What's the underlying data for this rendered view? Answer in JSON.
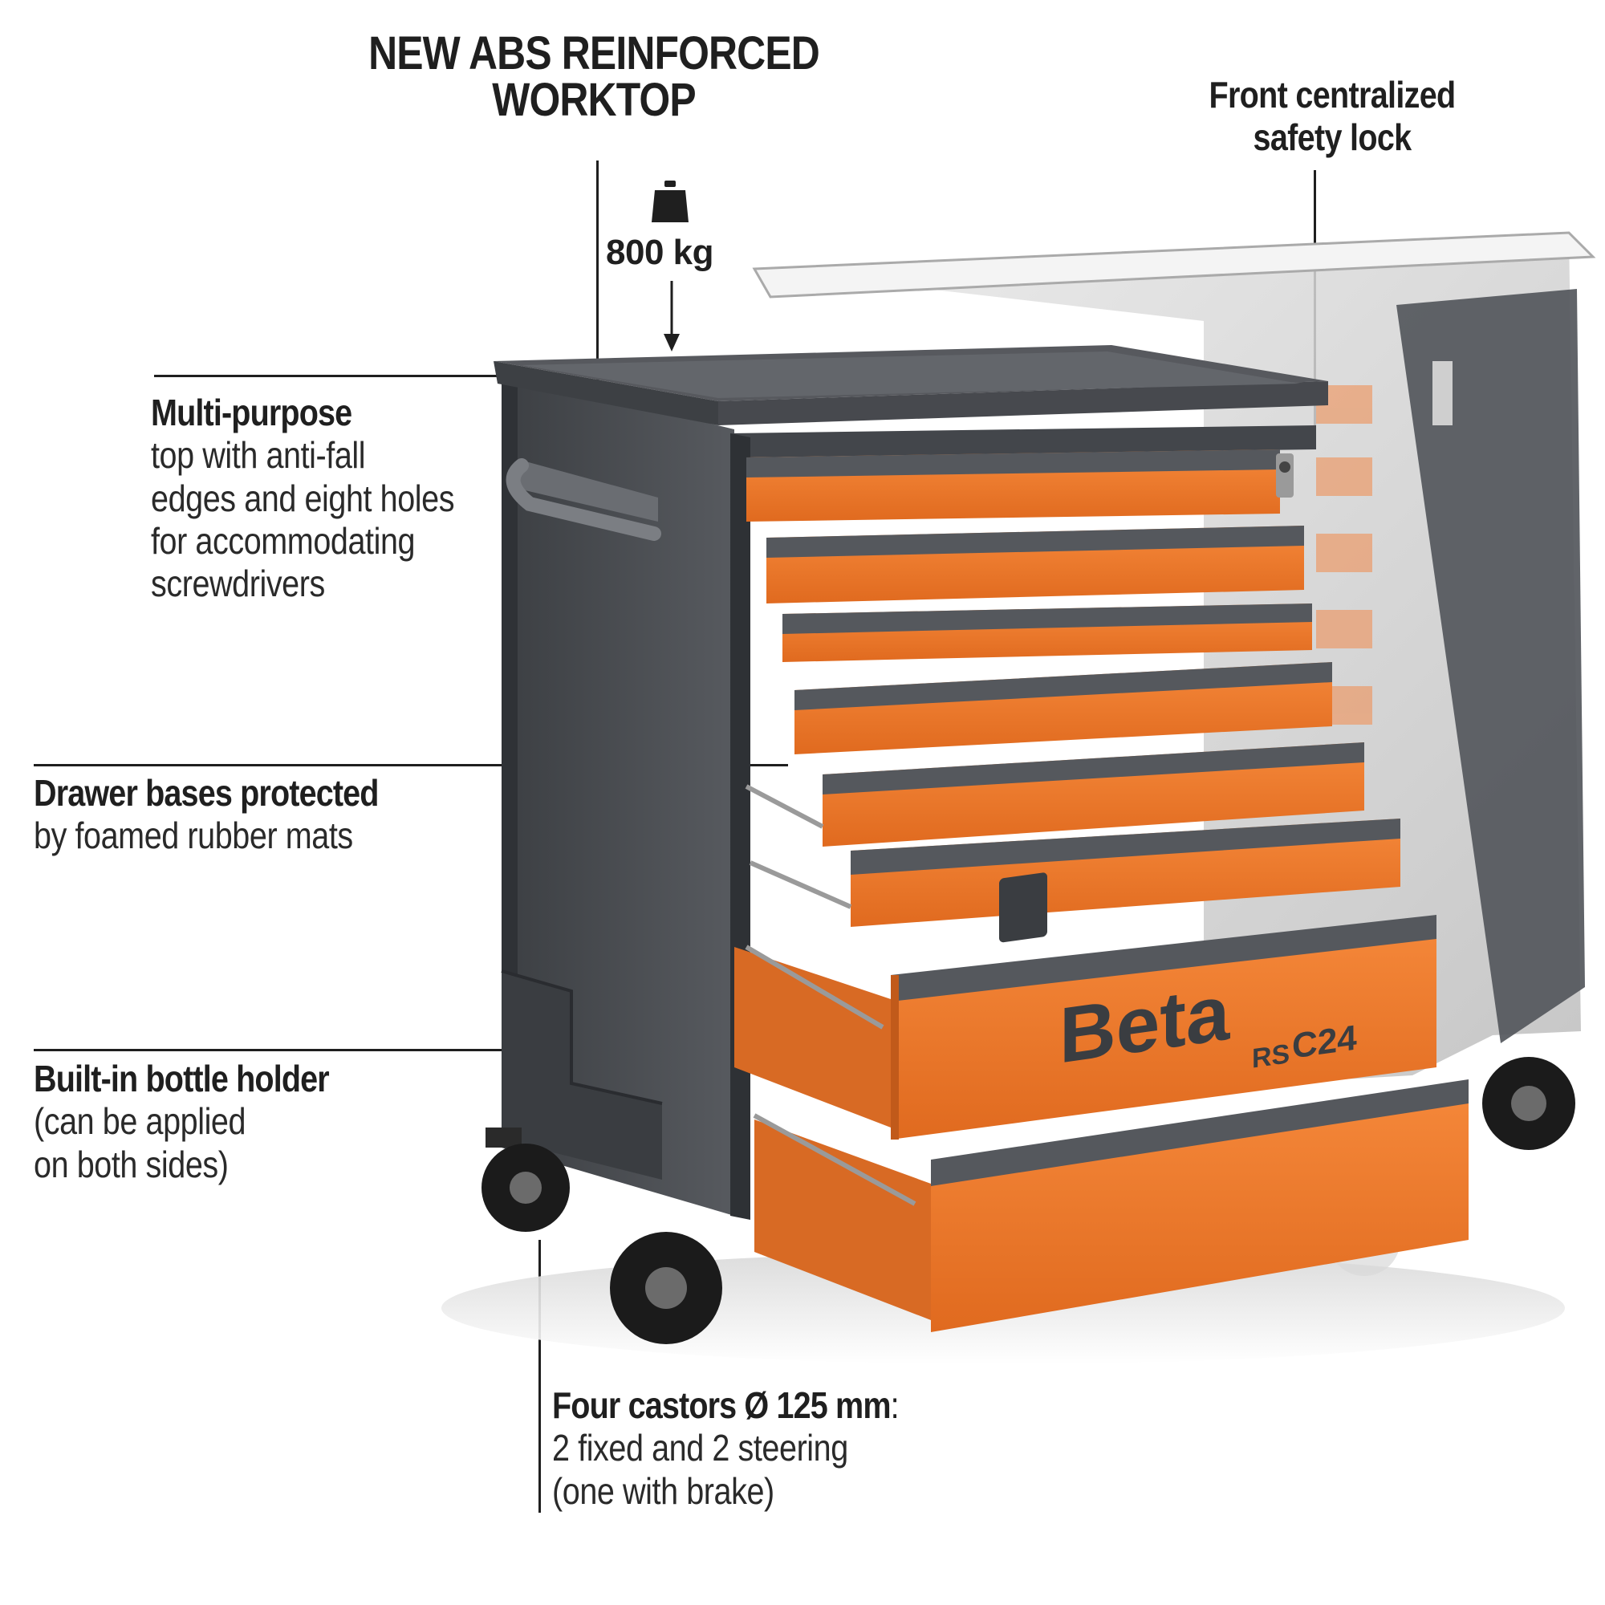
{
  "callouts": {
    "worktop": {
      "line1": "NEW ABS REINFORCED",
      "line2": "WORKTOP"
    },
    "weight": "800 kg",
    "lock": {
      "line1": "Front centralized",
      "line2": "safety lock"
    },
    "multipurpose": {
      "head": "Multi-purpose",
      "body": [
        "top with anti-fall",
        "edges and eight holes",
        "for accommodating",
        "screwdrivers"
      ]
    },
    "drawer_bases": {
      "head": "Drawer bases protected",
      "body": [
        "by foamed rubber mats"
      ]
    },
    "bottle": {
      "head": "Built-in bottle holder",
      "body": [
        "(can be applied",
        "on both sides)"
      ]
    },
    "castors": {
      "head": "Four castors Ø 125 mm",
      "colon": ":",
      "body": [
        "2 fixed and 2 steering",
        "(one with brake)"
      ]
    }
  },
  "product": {
    "brand": "Beta",
    "model_prefix": "RS",
    "model_code": "C24",
    "colors": {
      "frame": "#4a4d52",
      "frame_dark": "#35383c",
      "drawer": "#f07a2a",
      "drawer_shadow": "#c75f1c",
      "handle": "#55585d",
      "wheel": "#1b1b1b"
    }
  }
}
